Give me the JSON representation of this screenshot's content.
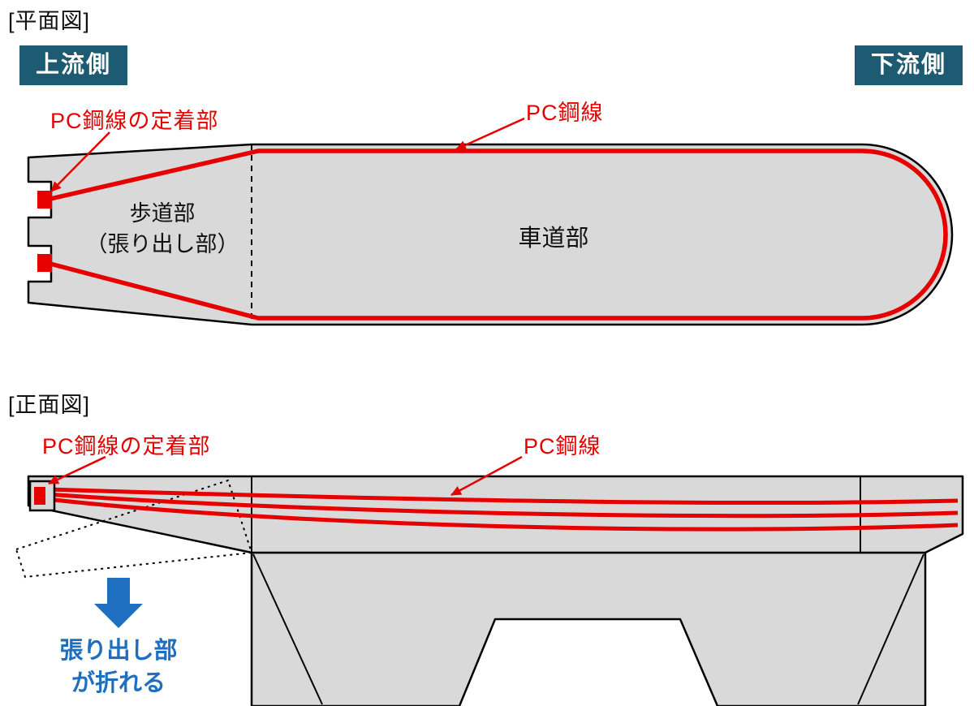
{
  "colors": {
    "badge_bg": "#1d5b73",
    "badge_text": "#ffffff",
    "red": "#e60000",
    "gray_fill": "#d9d9d9",
    "outline": "#000000",
    "blue": "#1e6fc0"
  },
  "plan_view": {
    "title": "[平面図]",
    "upstream_label": "上流側",
    "downstream_label": "下流側",
    "anchorage_label": "PC鋼線の定着部",
    "wire_label": "PC鋼線",
    "sidewalk_line1": "歩道部",
    "sidewalk_line2": "（張り出し部）",
    "roadway_label": "車道部"
  },
  "front_view": {
    "title": "[正面図]",
    "anchorage_label": "PC鋼線の定着部",
    "wire_label": "PC鋼線",
    "break_line1": "張り出し部",
    "break_line2": "が折れる"
  }
}
